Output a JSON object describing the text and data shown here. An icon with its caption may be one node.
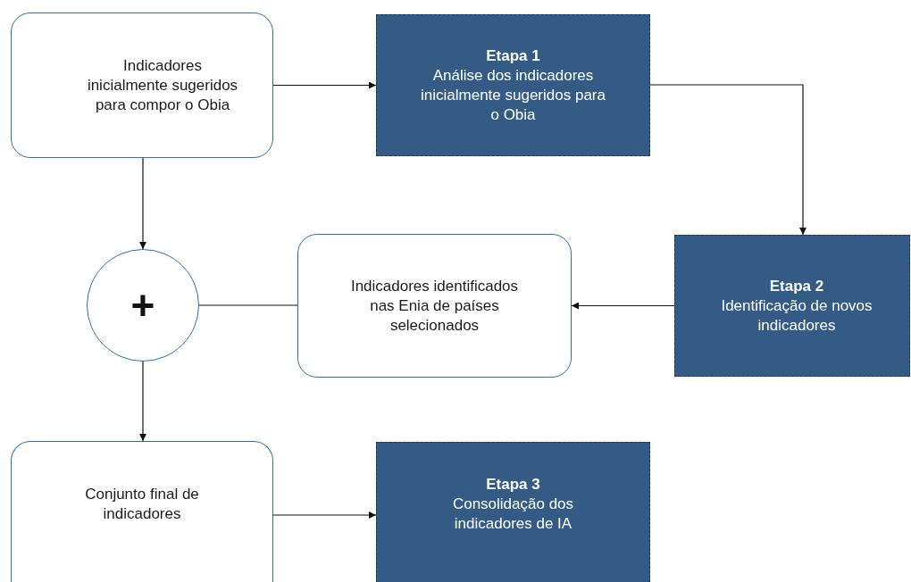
{
  "diagram": {
    "nodes": [
      {
        "text": [
          "Indicadores inicialmente sugeridos para compor o Obia"
        ]
      },
      {
        "text": [
          "Etapa 1",
          "Análise dos indicadores inicialmente sugeridos para o Obia"
        ]
      },
      {
        "text": [
          "Etapa 2",
          "Identificação de novos indicadores"
        ]
      },
      {
        "text": [
          "Indicadores identificados nas Enia de países selecionados"
        ]
      },
      {
        "text": [
          "+"
        ]
      },
      {
        "text": [
          "Conjunto final de indicadores"
        ]
      },
      {
        "text": [
          "Etapa 3",
          "Consolidação dos indicadores de IA"
        ]
      }
    ],
    "edges": [
      {
        "from": 0,
        "to": 1,
        "arrow": "to"
      },
      {
        "from": 1,
        "to": 2,
        "arrow": "to"
      },
      {
        "from": 2,
        "to": 3,
        "arrow": "to"
      },
      {
        "from": 3,
        "to": 4,
        "arrow": "none"
      },
      {
        "from": 0,
        "to": 4,
        "arrow": "to"
      },
      {
        "from": 4,
        "to": 5,
        "arrow": "to"
      },
      {
        "from": 5,
        "to": 6,
        "arrow": "to"
      }
    ]
  }
}
